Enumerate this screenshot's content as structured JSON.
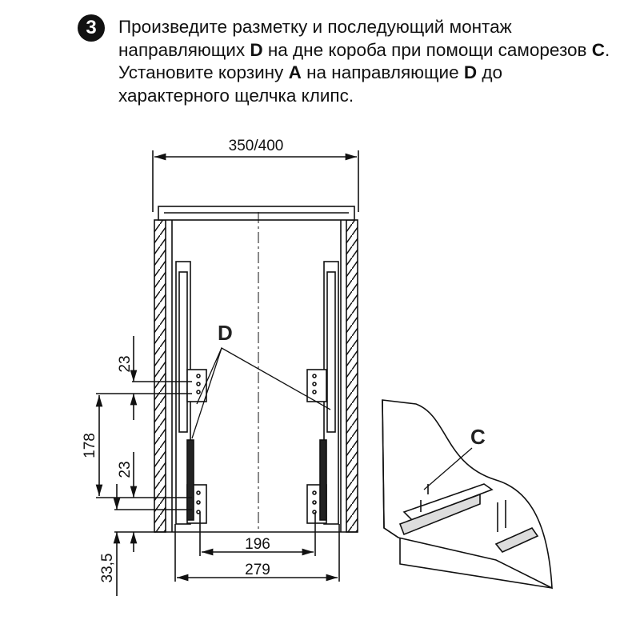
{
  "step": {
    "number": "3"
  },
  "instruction": {
    "p1": "Произведите разметку и последующий монтаж направляющих ",
    "d1": "D",
    "p2": " на дне короба при помощи саморезов ",
    "c1": "C",
    "p3": ". Установите корзину ",
    "a1": "A",
    "p4": " на направляющие ",
    "d2": "D",
    "p5": " до характерного щелчка клипс."
  },
  "diagram": {
    "width_label": "350/400",
    "dim_top_offset": "23",
    "dim_spacing": "178",
    "dim_lower_offset": "23",
    "dim_bottom": "33,5",
    "dim_inner": "196",
    "dim_outer": "279",
    "label_d": "D",
    "label_c": "C"
  }
}
